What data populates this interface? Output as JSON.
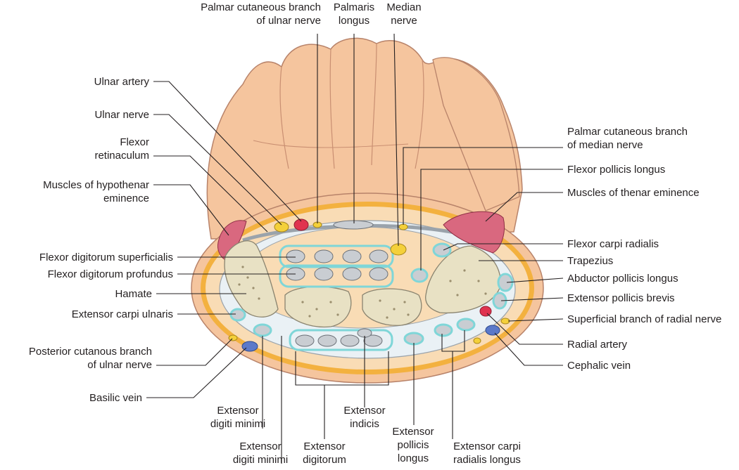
{
  "labels": {
    "palmar_cutaneous_ulnar": [
      "Palmar cutaneous branch",
      "of ulnar nerve"
    ],
    "palmaris_longus": [
      "Palmaris",
      "longus"
    ],
    "median_nerve": [
      "Median",
      "nerve"
    ],
    "ulnar_artery": [
      "Ulnar artery"
    ],
    "ulnar_nerve": [
      "Ulnar nerve"
    ],
    "flexor_retinaculum": [
      "Flexor",
      "retinaculum"
    ],
    "hypothenar": [
      "Muscles of hypothenar",
      "eminence"
    ],
    "fds": [
      "Flexor digitorum superficialis"
    ],
    "fdp": [
      "Flexor digitorum profundus"
    ],
    "hamate": [
      "Hamate"
    ],
    "ecu": [
      "Extensor carpi ulnaris"
    ],
    "posterior_cutaneous_ulnar": [
      "Posterior cutanous branch",
      "of ulnar nerve"
    ],
    "basilic_vein": [
      "Basilic vein"
    ],
    "edm_upper": [
      "Extensor",
      "digiti minimi"
    ],
    "edm_lower": [
      "Extensor",
      "digiti minimi"
    ],
    "ext_digitorum": [
      "Extensor",
      "digitorum"
    ],
    "ext_indicis": [
      "Extensor",
      "indicis"
    ],
    "epl": [
      "Extensor",
      "pollicis",
      "longus"
    ],
    "ecrl": [
      "Extensor carpi",
      "radialis longus"
    ],
    "palmar_cutaneous_median": [
      "Palmar cutaneous branch",
      "of median nerve"
    ],
    "fpl": [
      "Flexor pollicis longus"
    ],
    "thenar": [
      "Muscles of thenar eminence"
    ],
    "fcr": [
      "Flexor carpi radialis"
    ],
    "trapezius": [
      "Trapezius"
    ],
    "apl": [
      "Abductor pollicis longus"
    ],
    "epb": [
      "Extensor pollicis brevis"
    ],
    "superficial_radial": [
      "Superficial branch of radial nerve"
    ],
    "radial_artery": [
      "Radial artery"
    ],
    "cephalic_vein": [
      "Cephalic vein"
    ]
  },
  "colors": {
    "skin": "#f5c59e",
    "skin_outline": "#b8836a",
    "fat": "#f9dcb5",
    "fat_band": "#f3b13f",
    "muscle": "#d9687f",
    "bone": "#e8e1c4",
    "tendon": "#c9cdd2",
    "sheath": "#7fd6d8",
    "nerve": "#f4d03a",
    "artery": "#e0334f",
    "vein": "#5b79c9",
    "leader": "#231f20"
  }
}
